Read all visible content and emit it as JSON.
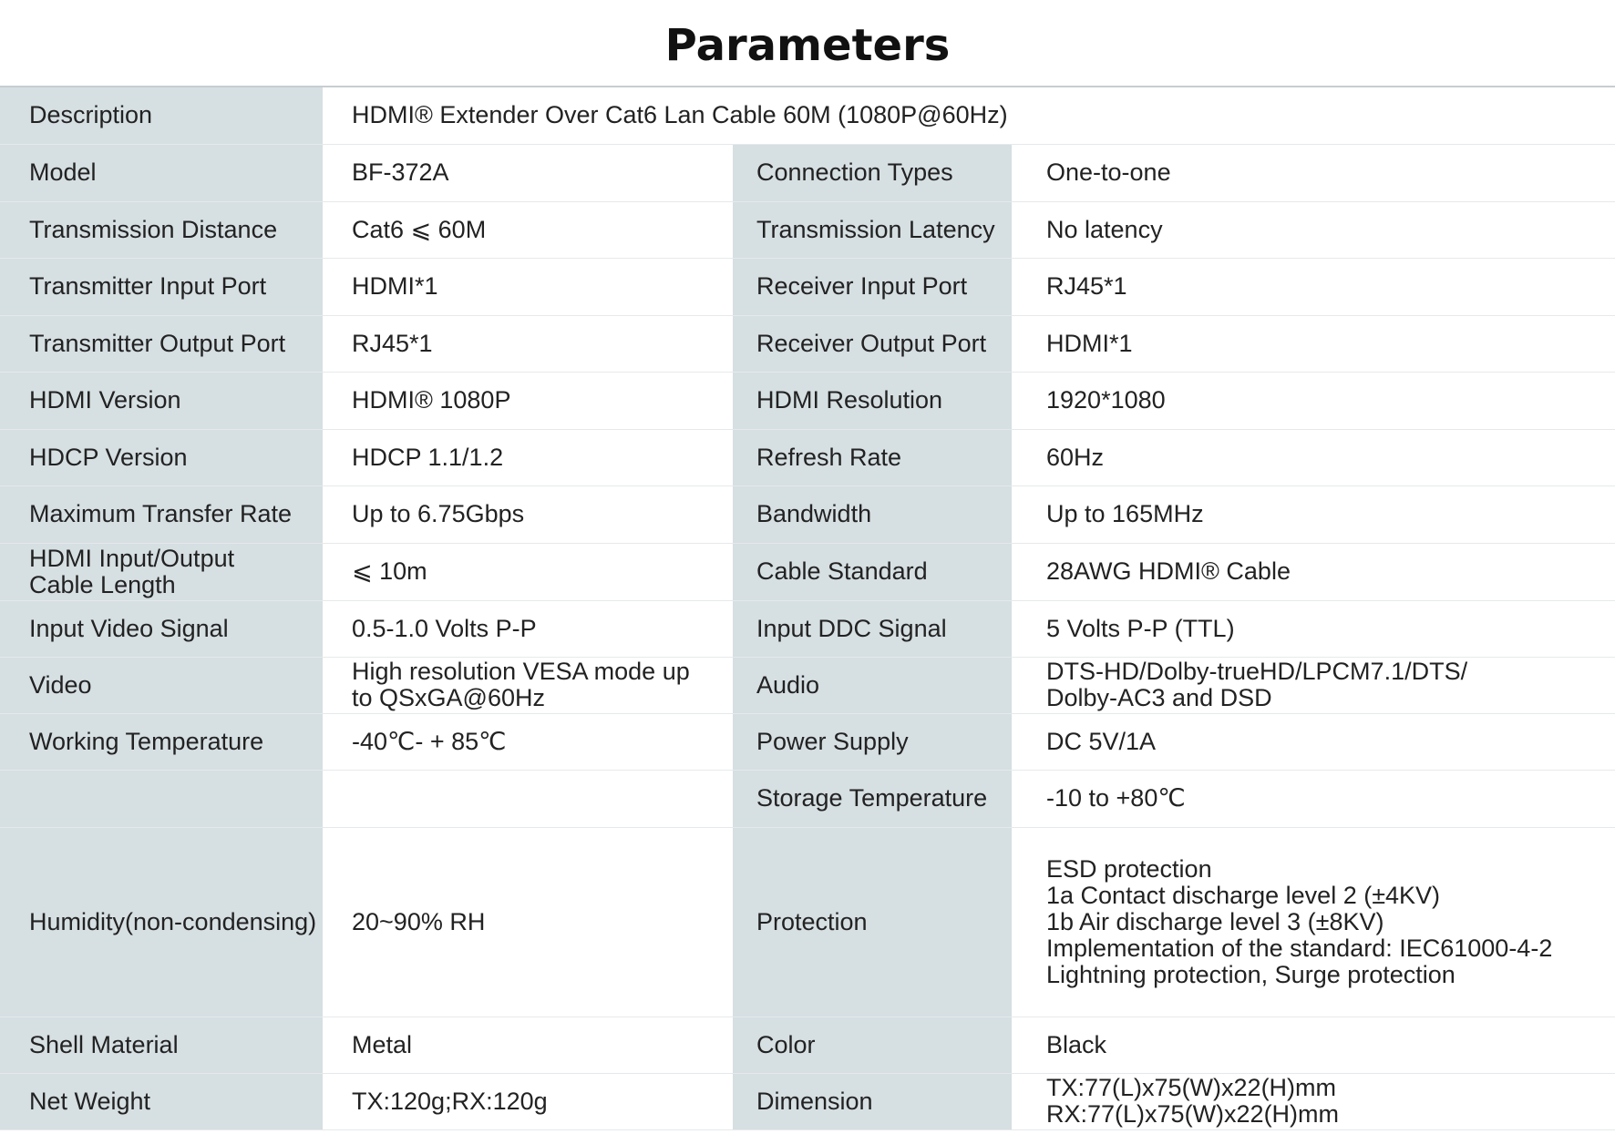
{
  "title": "Parameters",
  "description": {
    "label": "Description",
    "value": "HDMI® Extender Over Cat6 Lan Cable 60M  (1080P@60Hz)"
  },
  "rows": [
    {
      "l1": "Model",
      "v1": "BF-372A",
      "l2": "Connection Types",
      "v2": "One-to-one"
    },
    {
      "l1": "Transmission Distance",
      "v1": "Cat6 ⩽ 60M",
      "l2": "Transmission Latency",
      "v2": "No latency"
    },
    {
      "l1": "Transmitter Input Port",
      "v1": "HDMI*1",
      "l2": "Receiver Input Port",
      "v2": "RJ45*1"
    },
    {
      "l1": "Transmitter Output Port",
      "v1": "RJ45*1",
      "l2": "Receiver Output Port",
      "v2": "HDMI*1"
    },
    {
      "l1": "HDMI Version",
      "v1": "HDMI® 1080P",
      "l2": "HDMI Resolution",
      "v2": "1920*1080"
    },
    {
      "l1": "HDCP Version",
      "v1": "HDCP 1.1/1.2",
      "l2": "Refresh Rate",
      "v2": "60Hz"
    },
    {
      "l1": "Maximum Transfer Rate",
      "v1": "Up to 6.75Gbps",
      "l2": "Bandwidth",
      "v2": "Up to 165MHz"
    },
    {
      "l1": "HDMI Input/Output\nCable Length",
      "v1": "⩽ 10m",
      "l2": "Cable Standard",
      "v2": "28AWG HDMI® Cable"
    },
    {
      "l1": "Input Video Signal",
      "v1": "0.5-1.0 Volts P-P",
      "l2": "Input DDC Signal",
      "v2": "5 Volts P-P (TTL)"
    },
    {
      "l1": "Video",
      "v1": "High resolution VESA mode up\nto QSxGA@60Hz",
      "l2": "Audio",
      "v2": "DTS-HD/Dolby-trueHD/LPCM7.1/DTS/\nDolby-AC3 and DSD"
    },
    {
      "l1": "Working Temperature",
      "v1": "-40℃- + 85℃",
      "l2": "Power Supply",
      "v2": "DC 5V/1A"
    },
    {
      "l1": "",
      "v1": "",
      "l2": "Storage Temperature",
      "v2": "-10 to +80℃"
    },
    {
      "l1": "Humidity(non-condensing)",
      "v1": "20~90% RH",
      "l2": "Protection",
      "v2": "ESD protection\n1a Contact discharge level 2 (±4KV)\n1b Air discharge level 3 (±8KV)\nImplementation of the standard: IEC61000-4-2\nLightning protection, Surge protection"
    },
    {
      "l1": "Shell Material",
      "v1": "Metal",
      "l2": "Color",
      "v2": "Black"
    },
    {
      "l1": "Net Weight",
      "v1": "TX:120g;RX:120g",
      "l2": "Dimension",
      "v2": "TX:77(L)x75(W)x22(H)mm\nRX:77(L)x75(W)x22(H)mm"
    }
  ]
}
